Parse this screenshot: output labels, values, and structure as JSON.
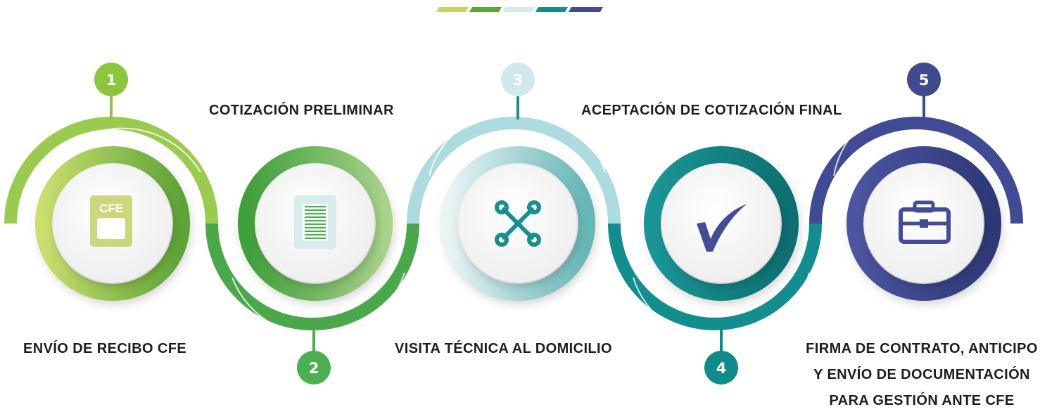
{
  "steps": [
    {
      "number": "1",
      "label": "ENVÍO DE RECIBO CFE",
      "icon": "cfe-receipt-icon",
      "color": "#8cc63f"
    },
    {
      "number": "2",
      "label": "COTIZACIÓN PRELIMINAR",
      "icon": "document-icon",
      "color": "#4caf50"
    },
    {
      "number": "3",
      "label": "VISITA TÉCNICA AL DOMICILIO",
      "icon": "wrench-tools-icon",
      "color": "#bfe3e8"
    },
    {
      "number": "4",
      "label": "ACEPTACIÓN DE COTIZACIÓN FINAL",
      "icon": "checkmark-icon",
      "color": "#118a8a"
    },
    {
      "number": "5",
      "label_lines": [
        "FIRMA DE CONTRATO, ANTICIPO",
        "Y ENVÍO DE DOCUMENTACIÓN",
        "PARA GESTIÓN ANTE CFE"
      ],
      "icon": "briefcase-icon",
      "color": "#3f4a8f"
    }
  ],
  "cfe_icon_text": "CFE",
  "palette": [
    "#c5d45a",
    "#5aa63d",
    "#d8eaec",
    "#168b8d",
    "#434c94"
  ]
}
